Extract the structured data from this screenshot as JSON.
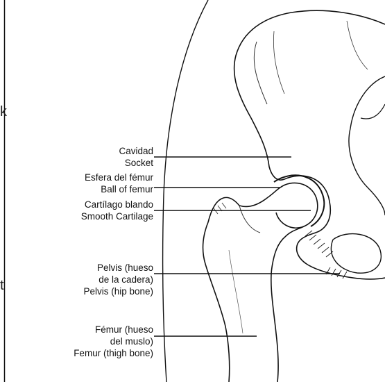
{
  "labels": {
    "socket": [
      "Cavidad",
      "Socket"
    ],
    "ball": [
      "Esfera del fémur",
      "Ball of femur"
    ],
    "cartilage": [
      "Cartílago blando",
      "Smooth Cartilage"
    ],
    "pelvis": [
      "Pelvis (hueso",
      "de la cadera)",
      "Pelvis (hip bone)"
    ],
    "femur": [
      "Fémur (hueso",
      "del muslo)",
      "Femur (thigh bone)"
    ]
  },
  "edge_fragments": [
    "k",
    "t"
  ]
}
